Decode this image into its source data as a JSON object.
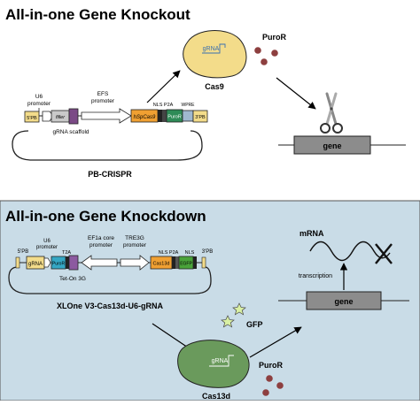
{
  "knockout": {
    "title": "All-in-one Gene Knockout",
    "plasmid_name": "PB-CRISPR",
    "labels": {
      "u6_promoter": "U6\npromoter",
      "efs_promoter": "EFS\npromoter",
      "grna_scaffold": "gRNA scaffold",
      "nls_p2a": "NLS P2A",
      "wpre": "WPRE"
    },
    "boxes": {
      "pb5": "5'PB",
      "filler": "filler",
      "cas9": "hSpCas9",
      "puror": "PuroR",
      "pb3": "3'PB"
    },
    "protein": {
      "name": "Cas9",
      "inner": "gRNA"
    },
    "puror_label": "PuroR",
    "gene_label": "gene"
  },
  "knockdown": {
    "title": "All-in-one Gene Knockdown",
    "plasmid_name": "XLOne V3-Cas13d-U6-gRNA",
    "labels": {
      "pb5": "5'PB",
      "u6_promoter": "U6\npromoter",
      "t2a": "T2A",
      "ef1a": "EF1a core\npromoter",
      "tre3g": "TRE3G\npromoter",
      "tet_on": "Tet-On 3G",
      "nls_p2a": "NLS  P2A",
      "nls": "NLS",
      "pb3": "3'PB"
    },
    "boxes": {
      "grna": "gRNA",
      "puror": "PuroR",
      "cas13d": "Cas13d",
      "egfp": "EGFP"
    },
    "protein": {
      "name": "Cas13d",
      "inner": "gRNA"
    },
    "gfp_label": "GFP",
    "puror_label": "PuroR",
    "mrna_label": "mRNA",
    "transcription_label": "transcription",
    "gene_label": "gene"
  },
  "colors": {
    "top_bg": "#ffffff",
    "bottom_bg": "#c9dce7",
    "cas9_fill": "#f3dc8a",
    "cas13d_fill": "#6a9a5c",
    "dot_fill": "#8d3f3f",
    "gene_fill": "#8c8c8c",
    "box_pb": "#f3dc8a",
    "box_filler": "#c9c9c9",
    "box_scaffold": "#7b4a86",
    "box_cas9": "#f0a032",
    "box_puror": "#2e8b57",
    "box_wpre": "#9fb8cf",
    "box_puror_kd": "#35a7c4",
    "box_t2a": "#8c5aa0",
    "box_egfp": "#4aa33a",
    "star_fill": "#d9f0a3"
  },
  "icons": [
    "scissors-icon",
    "star-icon",
    "wavy-mrna-icon",
    "x-mark-icon",
    "arrow-icon"
  ]
}
